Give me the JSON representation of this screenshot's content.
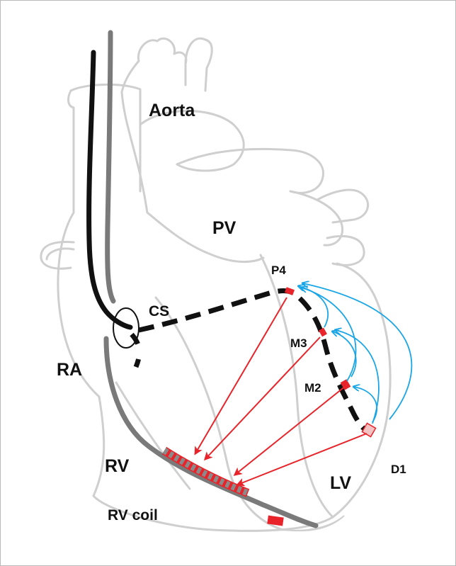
{
  "labels": {
    "aorta": "Aorta",
    "pv": "PV",
    "cs": "CS",
    "ra": "RA",
    "rv": "RV",
    "lv": "LV",
    "rv_coil": "RV coil",
    "p4": "P4",
    "m3": "M3",
    "m2": "M2",
    "d1": "D1"
  },
  "colors": {
    "heart_outline": "#cfcfcf",
    "lv_lead": "#111111",
    "rv_lead": "#7a7a7a",
    "electrode": "#e8242a",
    "red_vector": "#e8242a",
    "blue_vector": "#1aa6e6"
  }
}
